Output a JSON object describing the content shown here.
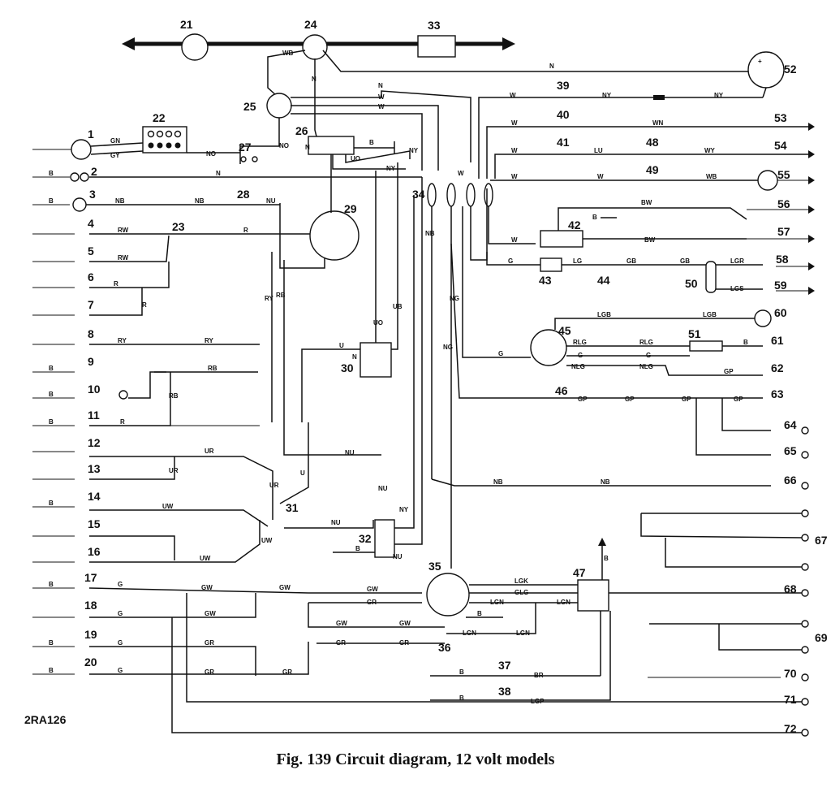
{
  "caption": "Fig. 139  Circuit diagram, 12 volt models",
  "reference": "2RA126",
  "components": {
    "c1": "1",
    "c2": "2",
    "c3": "3",
    "c4": "4",
    "c5": "5",
    "c6": "6",
    "c7": "7",
    "c8": "8",
    "c9": "9",
    "c10": "10",
    "c11": "11",
    "c12": "12",
    "c13": "13",
    "c14": "14",
    "c15": "15",
    "c16": "16",
    "c17": "17",
    "c18": "18",
    "c19": "19",
    "c20": "20",
    "c21": "21",
    "c22": "22",
    "c23": "23",
    "c24": "24",
    "c25": "25",
    "c26": "26",
    "c27": "27",
    "c28": "28",
    "c29": "29",
    "c30": "30",
    "c31": "31",
    "c32": "32",
    "c33": "33",
    "c34": "34",
    "c35": "35",
    "c36": "36",
    "c37": "37",
    "c38": "38",
    "c39": "39",
    "c40": "40",
    "c41": "41",
    "c42": "42",
    "c43": "43",
    "c44": "44",
    "c45": "45",
    "c46": "46",
    "c47": "47",
    "c48": "48",
    "c49": "49",
    "c50": "50",
    "c51": "51",
    "c52": "52",
    "c53": "53",
    "c54": "54",
    "c55": "55",
    "c56": "56",
    "c57": "57",
    "c58": "58",
    "c59": "59",
    "c60": "60",
    "c61": "61",
    "c62": "62",
    "c63": "63",
    "c64": "64",
    "c65": "65",
    "c66": "66",
    "c67": "67",
    "c68": "68",
    "c69": "69",
    "c70": "70",
    "c71": "71",
    "c72": "72"
  },
  "wire_codes": {
    "gn": "GN",
    "gy": "GY",
    "no": "NO",
    "n": "N",
    "nb": "NB",
    "nu": "NU",
    "rw": "RW",
    "r": "R",
    "ry": "RY",
    "rb": "RB",
    "uw": "UW",
    "ur": "UR",
    "u": "U",
    "ub": "UB",
    "uo": "UO",
    "b": "B",
    "g": "G",
    "gw": "GW",
    "gr": "GR",
    "w": "W",
    "wb": "WB",
    "ny": "NY",
    "ng": "NG",
    "wn": "WN",
    "wy": "WY",
    "lu": "LU",
    "bw": "BW",
    "lg": "LG",
    "gb": "GB",
    "lgr": "LGR",
    "lgs": "LGS",
    "lgb": "LGB",
    "rlg": "RLG",
    "nlg": "NLG",
    "gp": "GP",
    "lgk": "LGK",
    "glg": "GLG",
    "lgn": "LGN",
    "br": "BR",
    "lgp": "LGP",
    "plus": "+"
  }
}
